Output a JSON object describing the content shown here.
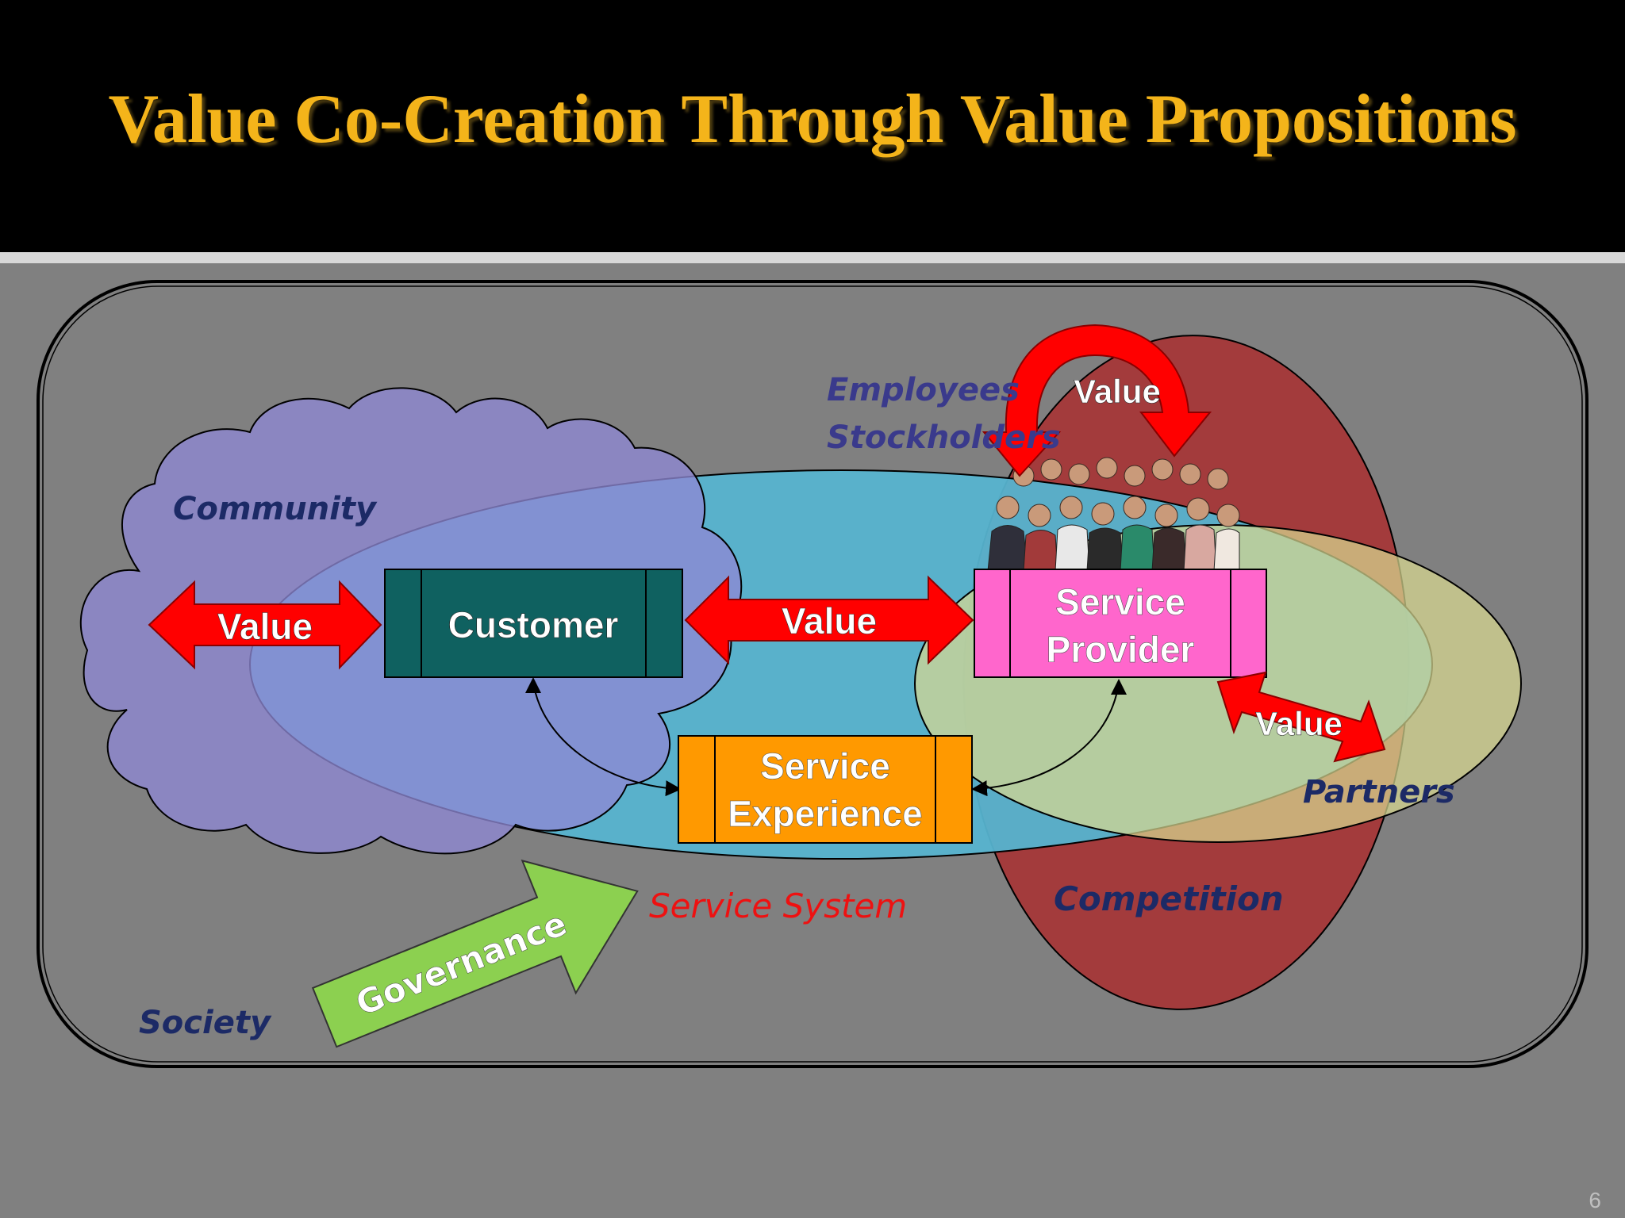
{
  "slide": {
    "title": "Value Co-Creation Through Value Propositions",
    "page_number": "6"
  },
  "diagram": {
    "labels": {
      "society": "Society",
      "community": "Community",
      "employees": "Employees",
      "stockholders": "Stockholders",
      "partners": "Partners",
      "competition": "Competition",
      "service_system": "Service System",
      "governance": "Governance"
    },
    "boxes": {
      "customer": "Customer",
      "service_provider_line1": "Service",
      "service_provider_line2": "Provider",
      "service_experience_line1": "Service",
      "service_experience_line2": "Experience"
    },
    "value_arrows": {
      "community_customer": "Value",
      "customer_provider": "Value",
      "employees_loop": "Value",
      "provider_partners": "Value"
    },
    "colors": {
      "title": "#f4b41a",
      "customer_box": "#0f6160",
      "service_provider_box": "#ff66cc",
      "service_experience_box": "#ff9900",
      "value_arrow": "#ff0000",
      "governance_arrow": "#8cd050",
      "community_cloud": "#8a86c8",
      "service_system_ellipse": "#5ab4d0",
      "competition_ellipse": "#a03a3a",
      "partners_ellipse": "#c8c88a"
    }
  }
}
